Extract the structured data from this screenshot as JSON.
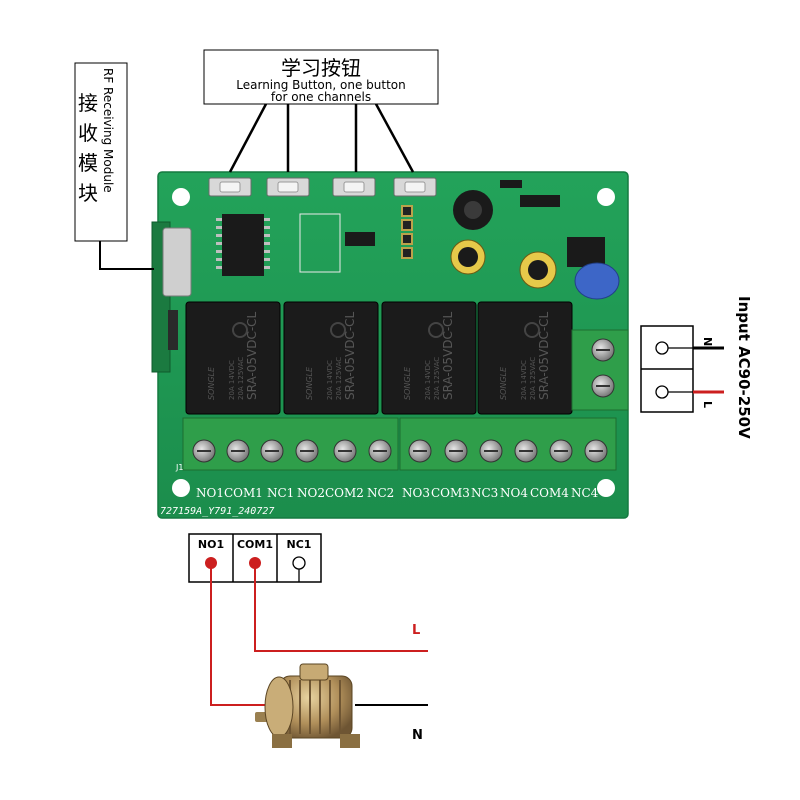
{
  "learning_box": {
    "title": "学习按钮",
    "line1": "Learning Button, one button",
    "line2": "for one channels"
  },
  "rf_box": {
    "chinese": "接收模块",
    "english": "RF Receiving Module"
  },
  "input_label": {
    "text": "Input  AC90-250V",
    "n": "N",
    "l": "L"
  },
  "board": {
    "serial": "727159A_Y791_240727",
    "relay_brand": "SONGLE",
    "relay_model": "SRA-05VDC-CL",
    "relay_rating1": "20A 14VDC",
    "relay_rating2": "20A 125VAC",
    "terminals": [
      "NO1",
      "COM1",
      "NC1",
      "NO2",
      "COM2",
      "NC2",
      "NO3",
      "COM3",
      "NC3",
      "NO4",
      "COM4",
      "NC4"
    ],
    "j1": "J1"
  },
  "wiring": {
    "headers": [
      "NO1",
      "COM1",
      "NC1"
    ],
    "l_label": "L",
    "n_label": "N"
  },
  "colors": {
    "pcb": "#1f9a54",
    "terminal": "#2f9e4a",
    "wire_red": "#cc1f1f",
    "relay": "#1b1b1b"
  }
}
